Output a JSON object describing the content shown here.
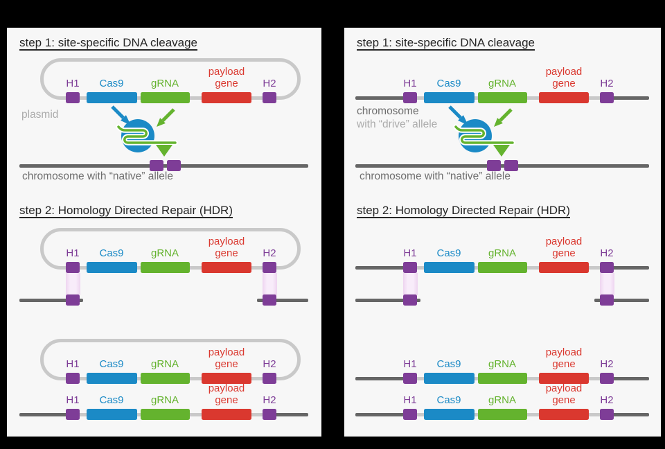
{
  "colors": {
    "purple": "#7e3d97",
    "blue": "#1b8ac6",
    "green": "#64b32e",
    "red": "#da382f",
    "line-dark": "#666666",
    "line-light": "#c9c9c9",
    "band-fill": "#f8ecfa",
    "band-edge": "#eed4f0",
    "label-light": "#ababab",
    "label-dark": "#6e6e6e",
    "title-color": "#262626",
    "panel-bg": "#f7f7f7"
  },
  "genes": {
    "h1": "H1",
    "cas9": "Cas9",
    "grna": "gRNA",
    "payload": "payload gene",
    "h2": "H2"
  },
  "left_panel": {
    "step1_title": "step 1: site-specific DNA cleavage",
    "step2_title": "step 2: Homology Directed Repair (HDR)",
    "source_label": "plasmid",
    "target_caption": "chromosome with “native” allele"
  },
  "right_panel": {
    "step1_title": "step 1: site-specific DNA cleavage",
    "step2_title": "step 2: Homology Directed Repair (HDR)",
    "source_label_line1": "chromosome",
    "source_label_line2": "with “drive” allele",
    "target_caption": "chromosome with “native” allele"
  }
}
